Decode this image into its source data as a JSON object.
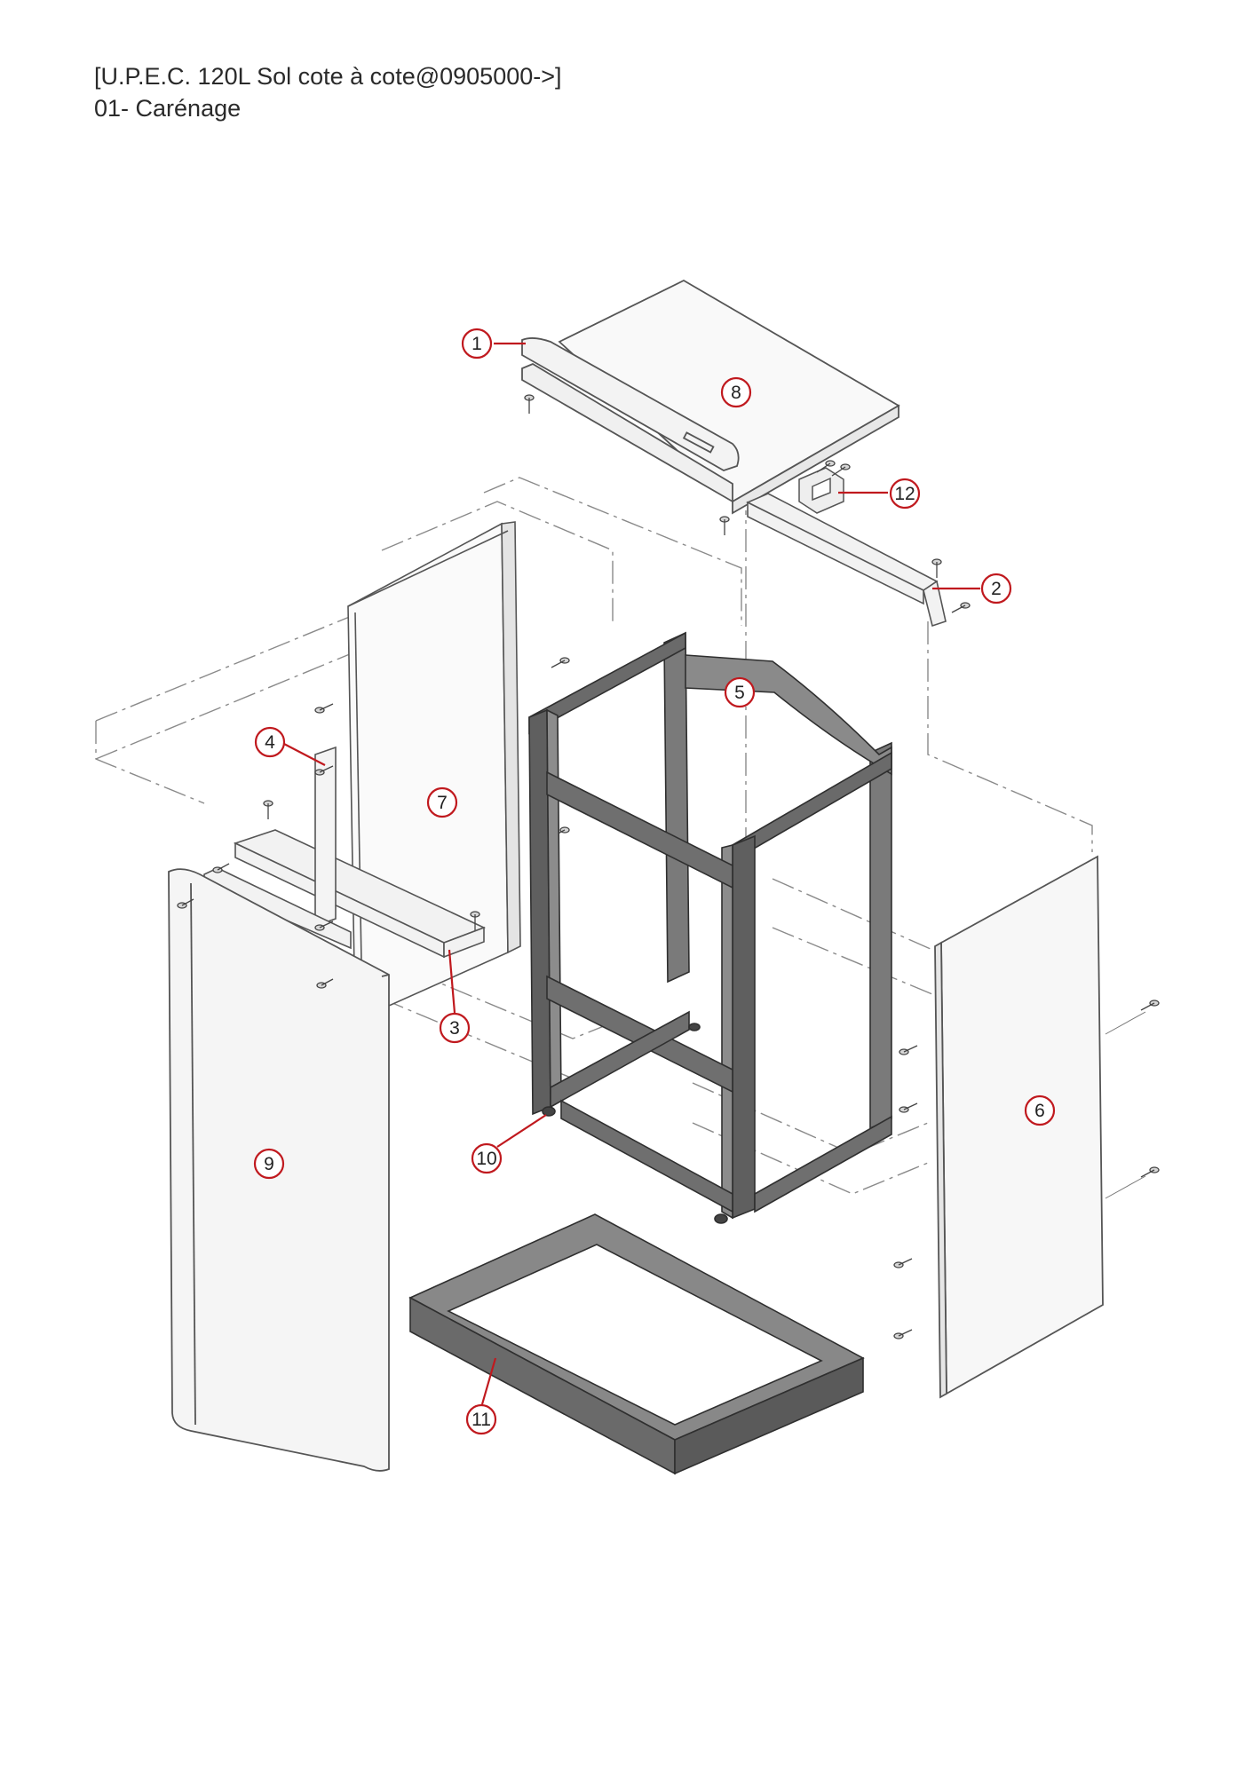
{
  "header": {
    "title": "[U.P.E.C. 120L Sol cote à cote@0905000->]",
    "subtitle": "01- Carénage"
  },
  "colors": {
    "callout": "#c0191e",
    "outline": "#555555",
    "panel_fill": "#f7f7f7",
    "frame_dark": "#6e6e6e",
    "frame_light": "#9a9a9a",
    "phantom_line": "#8a8a8a"
  },
  "callouts": [
    {
      "label": "1"
    },
    {
      "label": "2"
    },
    {
      "label": "3"
    },
    {
      "label": "4"
    },
    {
      "label": "5"
    },
    {
      "label": "6"
    },
    {
      "label": "7"
    },
    {
      "label": "8"
    },
    {
      "label": "9"
    },
    {
      "label": "10"
    },
    {
      "label": "11"
    },
    {
      "label": "12"
    }
  ]
}
